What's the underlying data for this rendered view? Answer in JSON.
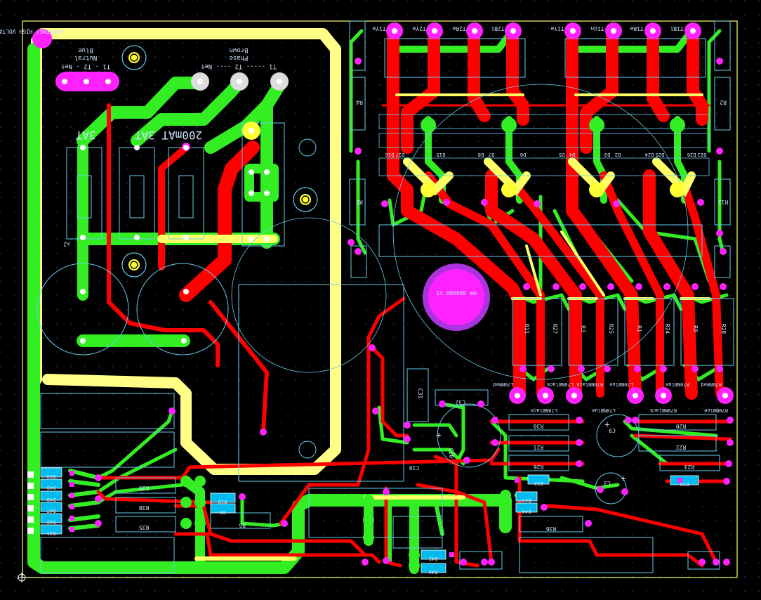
{
  "board": {
    "background": "#000000",
    "grid_color": "#3a4a5a",
    "outline_color": "#ffff66",
    "colors": {
      "top_copper": "#ff0000",
      "bottom_copper": "#33ee22",
      "power_trace": "#ffff88",
      "pad": "#ff22ff",
      "pad_ring": "#cc33ff",
      "drill": "#ffffff",
      "silkscreen": "#66ccee",
      "component_fill": "#00bbee"
    }
  },
  "header_text": "WARNING! HIGH VOLTAGE",
  "transformer_labels": {
    "t2_title": "T1 - T2 - Net",
    "t2_sub1": "Nutral",
    "t2_sub2": "Blue",
    "t1_title": "T1 ----- T2 ---- Net",
    "t1_sub1": "Phase",
    "t1_sub2": "Brown"
  },
  "fuse_labels": {
    "f1": "3AT",
    "f2": "200mAT 3AT",
    "x2": "x2"
  },
  "top_connectors": [
    "T1Ye",
    "T2Ye",
    "T2Re",
    "T2Bl",
    "T1Ye",
    "T1Un",
    "T1Re",
    "T1Bl"
  ],
  "diode_top_labels": [
    "D16",
    "D17",
    "D15",
    "D8",
    "D7",
    "D6",
    "D5",
    "D4",
    "D3",
    "D2",
    "D24",
    "D25",
    "D26",
    "D21"
  ],
  "resistor_vertical_labels": [
    "R11",
    "R27",
    "R3",
    "R25",
    "R1",
    "R24",
    "R8",
    "R28"
  ],
  "output_labels": [
    "L70NRed",
    "L70NBlack",
    "L70NBlue",
    "R70NRed",
    "R70NBlack",
    "R70NBlue"
  ],
  "output_labels_lower": [
    "L70NBlack",
    "L70NBlue",
    "R70NBlack",
    "R70NBlue"
  ],
  "side_labels": {
    "r2": "R2",
    "r4": "R4",
    "r9": "R9",
    "r12": "R12"
  },
  "hole_label": "14.000000 mm",
  "capacitor_labels": [
    "C31",
    "C32",
    "C20",
    "C19",
    "C3",
    "C9"
  ],
  "resistor_lower_labels": [
    "R30",
    "R21",
    "R26",
    "R20",
    "R22",
    "R23",
    "R36",
    "R39",
    "R38",
    "R35",
    "R5"
  ],
  "diode_lower_labels": [
    "D50",
    "D49",
    "D48",
    "D47",
    "D42",
    "D41",
    "D10",
    "D9",
    "D45",
    "D46",
    "D43",
    "D44",
    "D52",
    "D39"
  ],
  "polarity": [
    "+",
    "+",
    "+"
  ]
}
